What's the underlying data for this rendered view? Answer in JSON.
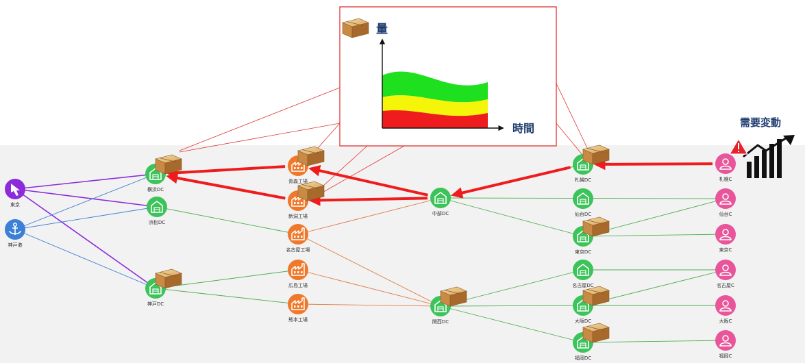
{
  "colors": {
    "warehouse": "#3cc35a",
    "factory": "#f0782a",
    "customer": "#e8559a",
    "port": "#3b7fd6",
    "airport": "#8b2bd9",
    "alert_arrow": "#ee1c1c",
    "callout_border": "#e0322f"
  },
  "nodes": [
    {
      "id": "tokyo_hub",
      "kind": "airport",
      "label": "東京"
    },
    {
      "id": "kobe_port",
      "kind": "port",
      "label": "神戸港"
    },
    {
      "id": "yokohama_dc",
      "kind": "warehouse",
      "label": "横浜DC",
      "box": true
    },
    {
      "id": "hamamatsu_dc",
      "kind": "warehouse",
      "label": "浜松DC"
    },
    {
      "id": "kobe_dc",
      "kind": "warehouse",
      "label": "神戸DC",
      "box": true
    },
    {
      "id": "aomori_f",
      "kind": "factory",
      "label": "青森工場",
      "box": true
    },
    {
      "id": "niigata_f",
      "kind": "factory",
      "label": "新潟工場",
      "box": true
    },
    {
      "id": "nagoya_f",
      "kind": "factory",
      "label": "名古屋工場"
    },
    {
      "id": "hiroshima_f",
      "kind": "factory",
      "label": "広島工場"
    },
    {
      "id": "kumamoto_f",
      "kind": "factory",
      "label": "熊本工場"
    },
    {
      "id": "chubu_dc",
      "kind": "warehouse",
      "label": "中部DC"
    },
    {
      "id": "kansai_dc",
      "kind": "warehouse",
      "label": "関西DC",
      "box": true
    },
    {
      "id": "sapporo_dc",
      "kind": "warehouse",
      "label": "札幌DC",
      "box": true
    },
    {
      "id": "sendai_dc",
      "kind": "warehouse",
      "label": "仙台DC"
    },
    {
      "id": "tokyo_dc",
      "kind": "warehouse",
      "label": "東京DC",
      "box": true
    },
    {
      "id": "nagoya_dc",
      "kind": "warehouse",
      "label": "名古屋DC"
    },
    {
      "id": "osaka_dc",
      "kind": "warehouse",
      "label": "大阪DC",
      "box": true
    },
    {
      "id": "fukuoka_dc",
      "kind": "warehouse",
      "label": "福岡DC",
      "box": true
    },
    {
      "id": "sapporo_c",
      "kind": "customer",
      "label": "札幌C"
    },
    {
      "id": "sendai_c",
      "kind": "customer",
      "label": "仙台C"
    },
    {
      "id": "tokyo_c",
      "kind": "customer",
      "label": "東京C"
    },
    {
      "id": "nagoya_c",
      "kind": "customer",
      "label": "名古屋C"
    },
    {
      "id": "osaka_c",
      "kind": "customer",
      "label": "大阪C"
    },
    {
      "id": "fukuoka_c",
      "kind": "customer",
      "label": "福岡C"
    }
  ],
  "edges": [
    {
      "from": "tokyo_hub",
      "to": "yokohama_dc",
      "color": "#8b2bd9"
    },
    {
      "from": "tokyo_hub",
      "to": "hamamatsu_dc",
      "color": "#8b2bd9"
    },
    {
      "from": "tokyo_hub",
      "to": "kobe_dc",
      "color": "#8b2bd9"
    },
    {
      "from": "kobe_port",
      "to": "yokohama_dc",
      "color": "#3b7fd6"
    },
    {
      "from": "kobe_port",
      "to": "hamamatsu_dc",
      "color": "#3b7fd6"
    },
    {
      "from": "kobe_port",
      "to": "kobe_dc",
      "color": "#3b7fd6"
    },
    {
      "from": "hamamatsu_dc",
      "to": "nagoya_f",
      "color": "#4caf50"
    },
    {
      "from": "kobe_dc",
      "to": "hiroshima_f",
      "color": "#4caf50"
    },
    {
      "from": "kobe_dc",
      "to": "kumamoto_f",
      "color": "#4caf50"
    },
    {
      "from": "nagoya_f",
      "to": "chubu_dc",
      "color": "#e07a45"
    },
    {
      "from": "nagoya_f",
      "to": "kansai_dc",
      "color": "#e07a45"
    },
    {
      "from": "hiroshima_f",
      "to": "kansai_dc",
      "color": "#e07a45"
    },
    {
      "from": "kumamoto_f",
      "to": "kansai_dc",
      "color": "#e07a45"
    },
    {
      "from": "chubu_dc",
      "to": "sapporo_dc",
      "color": "#4caf50"
    },
    {
      "from": "chubu_dc",
      "to": "sendai_c",
      "color": "#4caf50"
    },
    {
      "from": "chubu_dc",
      "to": "tokyo_dc",
      "color": "#4caf50"
    },
    {
      "from": "tokyo_dc",
      "to": "sendai_c",
      "color": "#4caf50"
    },
    {
      "from": "tokyo_dc",
      "to": "tokyo_c",
      "color": "#4caf50"
    },
    {
      "from": "kansai_dc",
      "to": "nagoya_dc",
      "color": "#4caf50"
    },
    {
      "from": "kansai_dc",
      "to": "osaka_dc",
      "color": "#4caf50"
    },
    {
      "from": "kansai_dc",
      "to": "fukuoka_dc",
      "color": "#4caf50"
    },
    {
      "from": "nagoya_dc",
      "to": "nagoya_c",
      "color": "#4caf50"
    },
    {
      "from": "osaka_dc",
      "to": "nagoya_c",
      "color": "#4caf50"
    },
    {
      "from": "osaka_dc",
      "to": "osaka_c",
      "color": "#4caf50"
    },
    {
      "from": "fukuoka_dc",
      "to": "fukuoka_c",
      "color": "#4caf50"
    }
  ],
  "flow_arrows": [
    {
      "from": "sapporo_c",
      "to": "sapporo_dc"
    },
    {
      "from": "sapporo_dc",
      "to": "chubu_dc"
    },
    {
      "from": "chubu_dc",
      "to": "aomori_f"
    },
    {
      "from": "chubu_dc",
      "to": "niigata_f"
    },
    {
      "from": "aomori_f",
      "to": "yokohama_dc"
    },
    {
      "from": "niigata_f",
      "to": "yokohama_dc"
    }
  ],
  "callout": {
    "quantity_label": "量",
    "time_label": "時間",
    "bands": [
      {
        "color": "#ee1c1c"
      },
      {
        "color": "#f5f50a"
      },
      {
        "color": "#1fe01f"
      }
    ]
  },
  "demand": {
    "label": "需要変動",
    "icon": "rising-bar-chart-icon",
    "warning_icon": "warning-triangle-icon"
  }
}
